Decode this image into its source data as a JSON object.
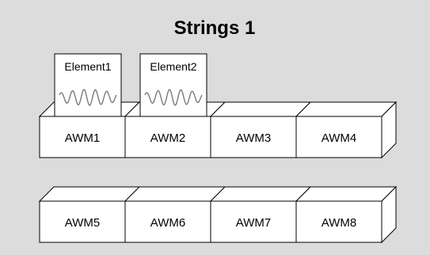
{
  "title": "Strings 1",
  "colors": {
    "panel_background": "#dcdcdc",
    "box_fill": "#ffffff",
    "outline": "#000000",
    "waveform": "#7a7a7a"
  },
  "elements": [
    {
      "label": "Element1",
      "icon": "waveform-icon",
      "slot": "AWM1"
    },
    {
      "label": "Element2",
      "icon": "waveform-icon",
      "slot": "AWM2"
    }
  ],
  "rows": [
    {
      "cells": [
        "AWM1",
        "AWM2",
        "AWM3",
        "AWM4"
      ]
    },
    {
      "cells": [
        "AWM5",
        "AWM6",
        "AWM7",
        "AWM8"
      ]
    }
  ]
}
